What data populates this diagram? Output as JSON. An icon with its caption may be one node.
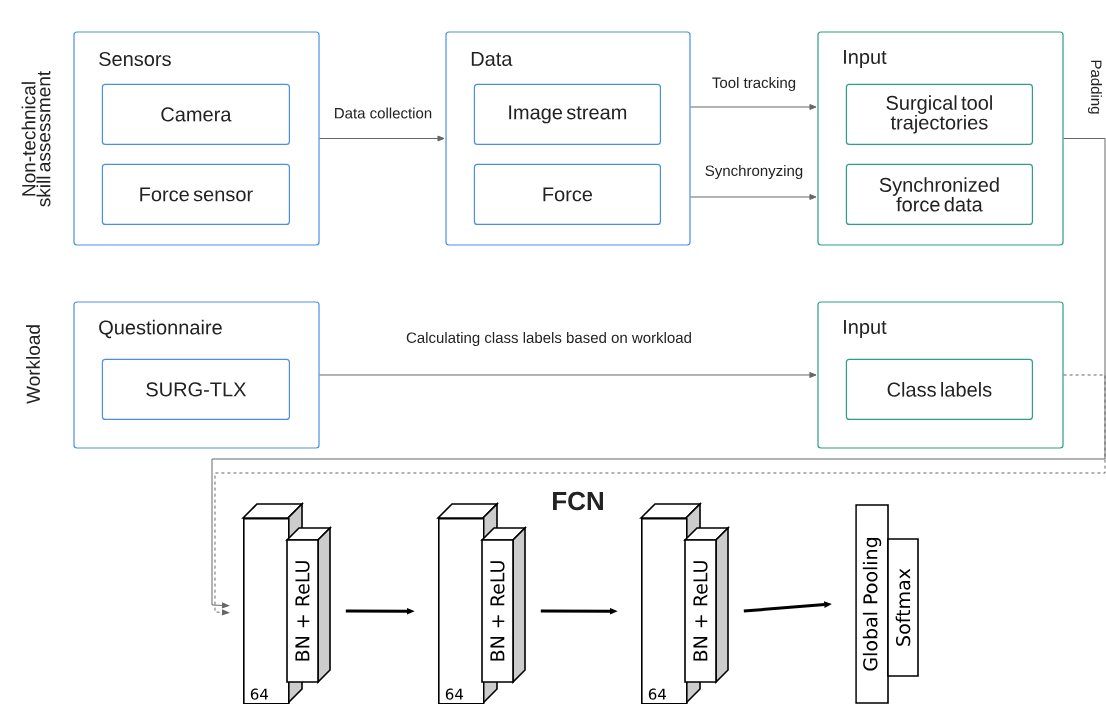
{
  "diagram": {
    "nodes": [
      {
        "text": [
          "Sensors"
        ]
      },
      {
        "text": [
          "Camera"
        ],
        "in": 0
      },
      {
        "text": [
          "Force sensor"
        ],
        "in": 0
      },
      {
        "text": [
          "Data"
        ]
      },
      {
        "text": [
          "Image stream"
        ],
        "in": 3
      },
      {
        "text": [
          "Force"
        ],
        "in": 3
      },
      {
        "text": [
          "Input"
        ]
      },
      {
        "text": [
          "Surgical tool trajectories"
        ],
        "in": 6
      },
      {
        "text": [
          "Synchronized force data"
        ],
        "in": 6
      },
      {
        "text": [
          "Questionnaire"
        ]
      },
      {
        "text": [
          "SURG-TLX"
        ],
        "in": 9
      },
      {
        "text": [
          "Input"
        ]
      },
      {
        "text": [
          "Class labels"
        ],
        "in": 11
      },
      {
        "text": [
          "64"
        ]
      },
      {
        "text": [
          "BN + ReLU"
        ]
      },
      {
        "text": [
          "64"
        ]
      },
      {
        "text": [
          "BN + ReLU"
        ]
      },
      {
        "text": [
          "64"
        ]
      },
      {
        "text": [
          "BN + ReLU"
        ]
      },
      {
        "text": [
          "Global Pooling"
        ]
      },
      {
        "text": [
          "Softmax"
        ]
      }
    ],
    "edges": [
      {
        "from": 0,
        "to": 3,
        "label": "Data collection",
        "arrow": "to"
      },
      {
        "from": 3,
        "to": 6,
        "label": "Tool tracking",
        "arrow": "to"
      },
      {
        "from": 3,
        "to": 6,
        "label": "Synchronyzing",
        "arrow": "to"
      },
      {
        "from": 9,
        "to": 11,
        "label": "Calculating class labels based on workload",
        "arrow": "to"
      },
      {
        "from": 6,
        "to": 13,
        "label": "Padding",
        "arrow": "to"
      },
      {
        "from": 11,
        "to": 13,
        "arrow": "to",
        "style": "dashed"
      },
      {
        "from": 14,
        "to": 15,
        "arrow": "to",
        "style": "thick",
        "color": "#000000"
      },
      {
        "from": 16,
        "to": 17,
        "arrow": "to",
        "style": "thick",
        "color": "#000000"
      },
      {
        "from": 18,
        "to": 19,
        "arrow": "to",
        "style": "thick",
        "color": "#000000"
      }
    ],
    "labels": [
      "Non-technical skill assessment",
      "Workload",
      "FCN"
    ]
  }
}
